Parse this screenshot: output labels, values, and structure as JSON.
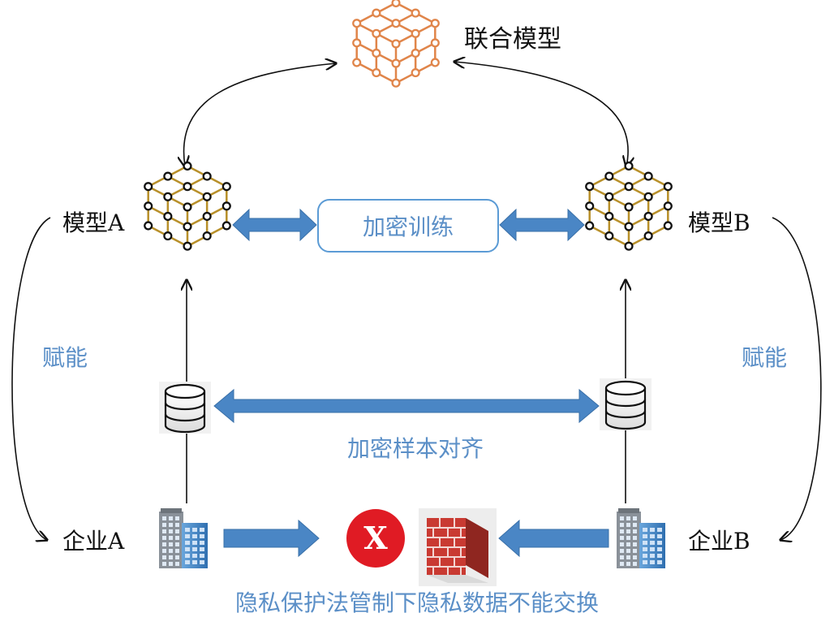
{
  "federated_model": {
    "label": "联合模型",
    "color": "#e0854a"
  },
  "model_a": {
    "label": "模型A"
  },
  "model_b": {
    "label": "模型B"
  },
  "encrypted_training": {
    "label": "加密训练"
  },
  "empower_left": {
    "label": "赋能"
  },
  "empower_right": {
    "label": "赋能"
  },
  "sample_alignment": {
    "label": "加密样本对齐"
  },
  "enterprise_a": {
    "label": "企业A"
  },
  "enterprise_b": {
    "label": "企业B"
  },
  "privacy_block": {
    "label": "隐私保护法管制下隐私数据不能交换",
    "marker": "X"
  },
  "colors": {
    "accent_blue": "#5b9bd5",
    "arrow_blue": "#4a86c5",
    "text_blue": "#5b8fc7",
    "model_edge": "#b8902a",
    "reject_red": "#e01b24",
    "firewall_red": "#c93a32"
  }
}
